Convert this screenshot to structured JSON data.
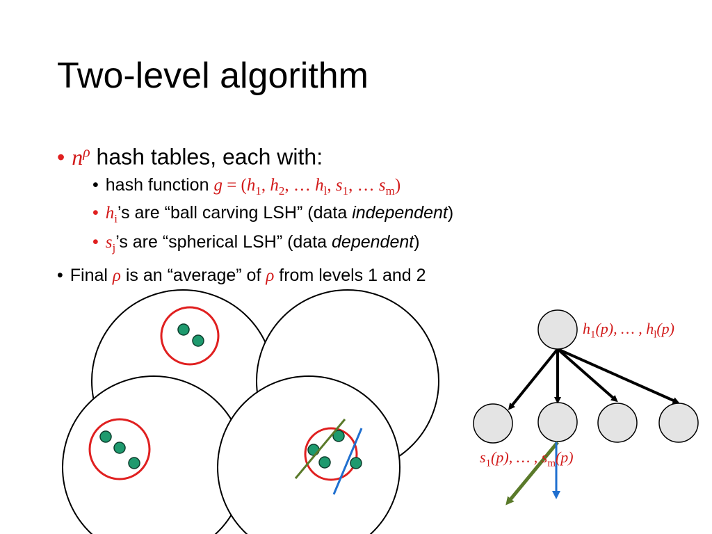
{
  "slide": {
    "title": "Two-level algorithm",
    "bullets": {
      "b1": {
        "base": "n",
        "exp": "ρ",
        "text": " hash tables, each with:"
      },
      "b2": {
        "text": "hash function ",
        "g": "g",
        "eq": " = (",
        "h": "h",
        "h1": "1",
        "sep1": ", ",
        "h2": "2",
        "dots1": ", … ",
        "hl": "l",
        "sep2": ", ",
        "s": "s",
        "s1": "1",
        "dots2": ", … ",
        "sm": "m",
        "close": ")"
      },
      "b3": {
        "var": "h",
        "sub": "i",
        "text1": "’s are “ball carving LSH” (data ",
        "emph": "independent",
        "text2": ")"
      },
      "b4": {
        "var": "s",
        "sub": "j",
        "text1": "’s are “spherical LSH” (data ",
        "emph": "dependent",
        "text2": ")"
      },
      "b5": {
        "text1": "Final ",
        "rho": "ρ",
        "text2": " is an “average” of ",
        "text3": " from levels 1 and 2"
      }
    },
    "tree": {
      "top_label": {
        "h": "h",
        "s1": "1",
        "p1": "(p), … , ",
        "l": "l",
        "p2": "(p)"
      },
      "bottom_label": {
        "s": "s",
        "s1": "1",
        "p1": "(p), … , ",
        "m": "m",
        "p2": "(p)"
      }
    },
    "colors": {
      "accent_red": "#d21a1a",
      "point_green": "#1e9a6e",
      "node_gray": "#e4e4e4",
      "arrow_green": "#5a7a2a",
      "arrow_blue": "#1f6fcf"
    }
  }
}
